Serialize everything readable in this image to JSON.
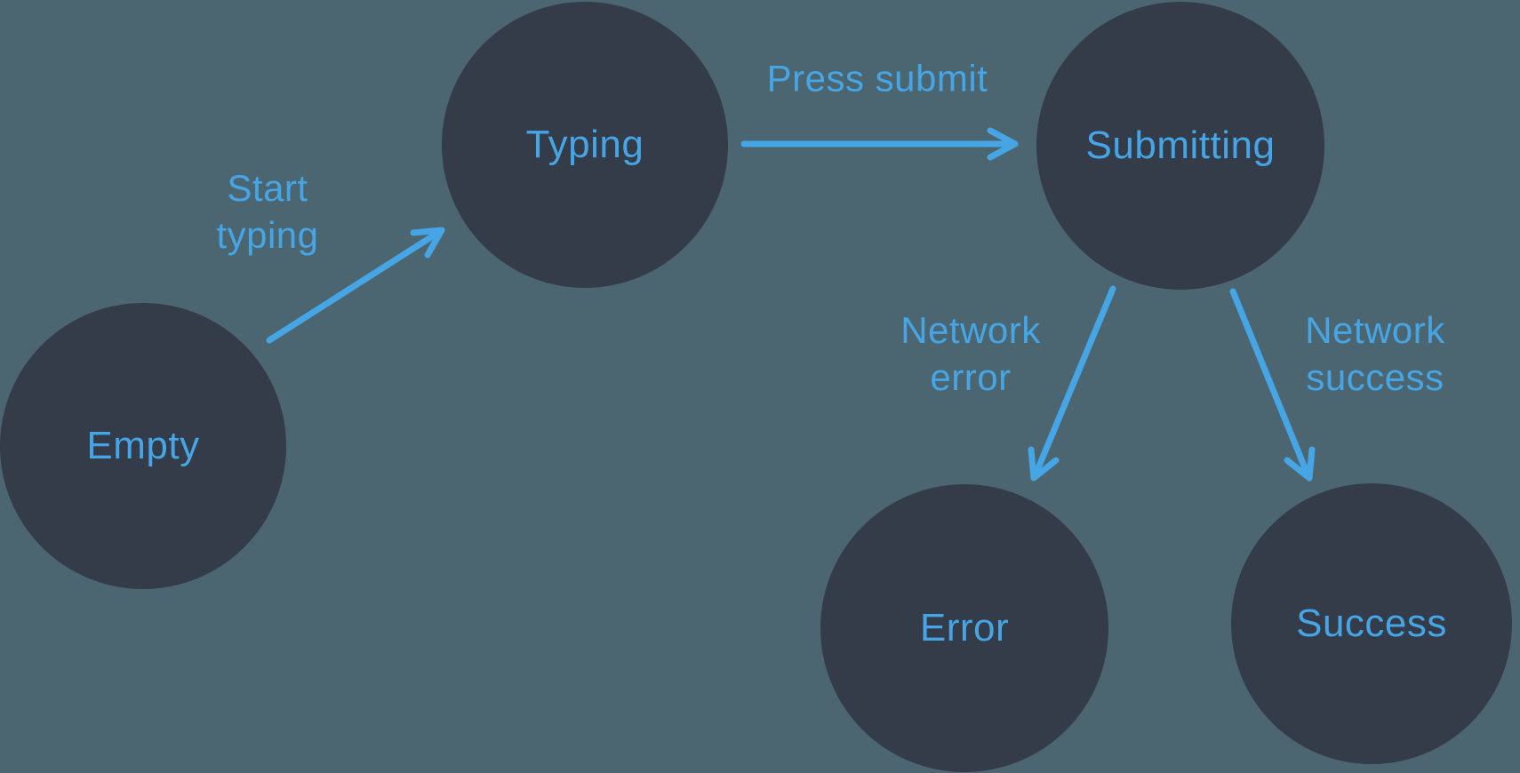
{
  "diagram": {
    "type": "state-machine",
    "states": [
      {
        "id": "empty",
        "label": "Empty"
      },
      {
        "id": "typing",
        "label": "Typing"
      },
      {
        "id": "submitting",
        "label": "Submitting"
      },
      {
        "id": "error",
        "label": "Error"
      },
      {
        "id": "success",
        "label": "Success"
      }
    ],
    "transitions": [
      {
        "id": "start-typing",
        "label": "Start typing",
        "from": "Empty",
        "to": "Typing"
      },
      {
        "id": "press-submit",
        "label": "Press submit",
        "from": "Typing",
        "to": "Submitting"
      },
      {
        "id": "network-error",
        "label": "Network error",
        "from": "Submitting",
        "to": "Error"
      },
      {
        "id": "network-success",
        "label": "Network success",
        "from": "Submitting",
        "to": "Success"
      }
    ],
    "colors": {
      "background": "#4C6671",
      "node_fill": "#343B49",
      "accent_blue": "#45A5E5"
    }
  }
}
